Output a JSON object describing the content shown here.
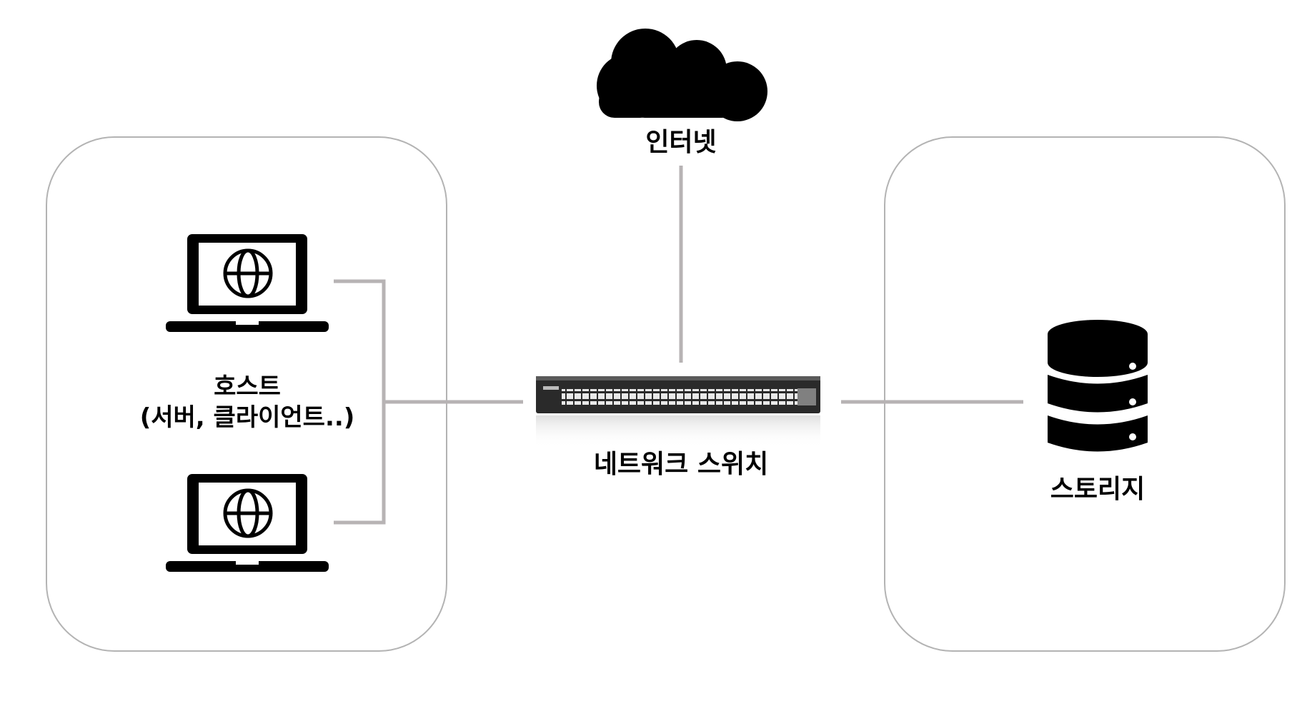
{
  "nodes": {
    "internet": {
      "label": "인터넷",
      "icon": "cloud-icon"
    },
    "host": {
      "label_line1": "호스트",
      "label_line2": "(서버, 클라이언트..)",
      "icon": "laptop-globe-icon"
    },
    "switch": {
      "label": "네트워크 스위치",
      "icon": "network-switch-icon"
    },
    "storage": {
      "label": "스토리지",
      "icon": "database-icon"
    }
  },
  "colors": {
    "line": "#b7b3b4",
    "panel_border": "#b3b3b3",
    "icon": "#000000",
    "background": "#ffffff"
  }
}
